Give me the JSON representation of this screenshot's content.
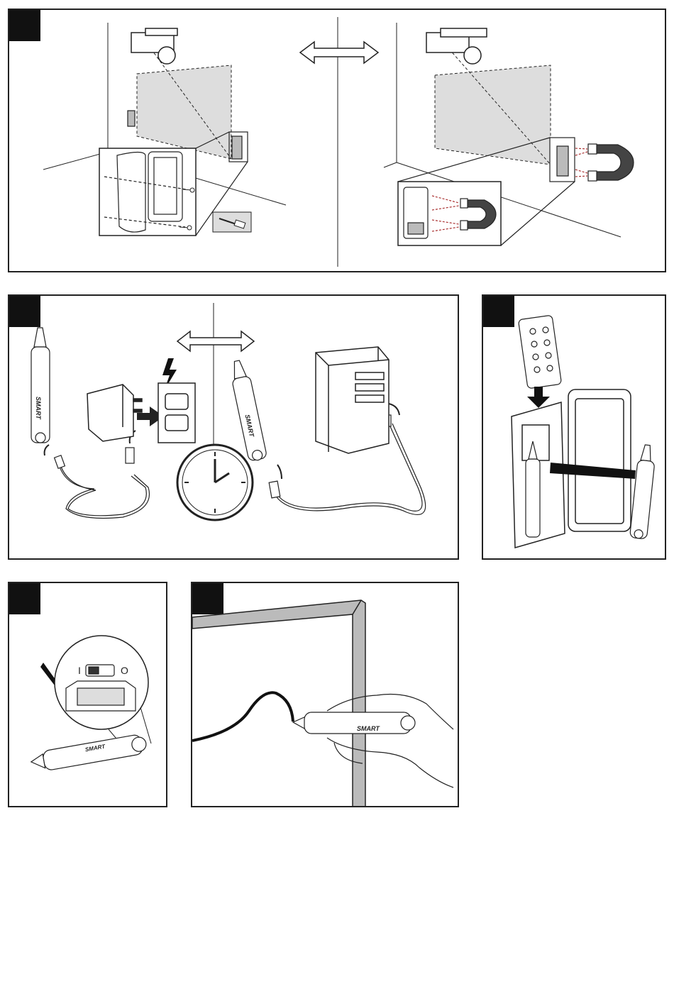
{
  "page": {
    "background": "#ffffff",
    "line_color": "#222222",
    "badge_color": "#111111",
    "screen_shade": "#dddddd",
    "frame_shade": "#bbbbbb"
  },
  "brand": {
    "pen_logo": "SMART"
  },
  "icons": {
    "step1": [
      "projector-icon",
      "mount-box-icon",
      "screw-icon",
      "screwdriver-icon",
      "magnet-icon",
      "double-arrow-icon"
    ],
    "step2": [
      "pen-icon",
      "usb-cable-icon",
      "power-adapter-icon",
      "lightning-icon",
      "wall-outlet-icon",
      "clock-icon",
      "double-arrow-icon",
      "computer-tower-icon"
    ],
    "step3": [
      "remote-control-icon",
      "storage-case-icon",
      "pen-icon",
      "arrow-icon"
    ],
    "step4": [
      "checkmark-icon",
      "power-switch-icon",
      "pen-icon"
    ],
    "step5": [
      "whiteboard-frame-icon",
      "hand-icon",
      "pen-icon"
    ]
  },
  "switch": {
    "on_label": "I",
    "off_label": "O"
  }
}
